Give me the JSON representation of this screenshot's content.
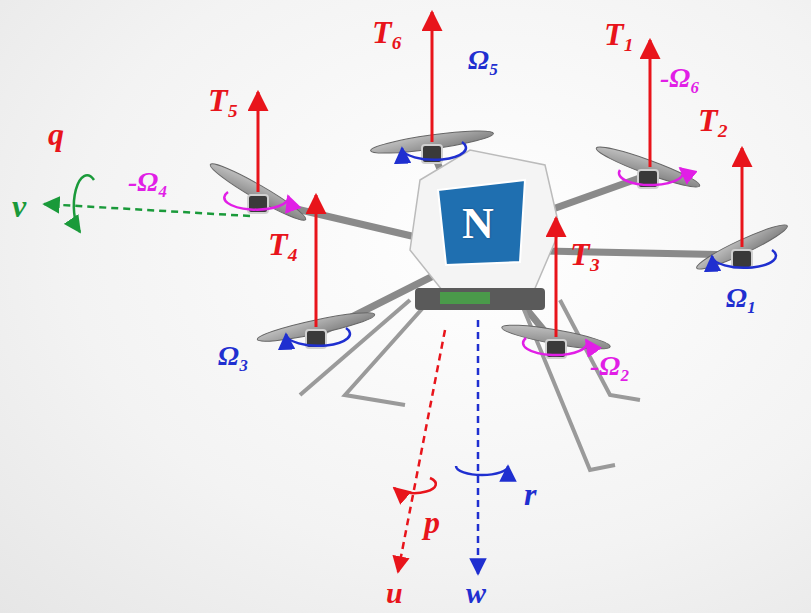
{
  "diagram": {
    "labels": [
      "T₆",
      "T₁",
      "T₅",
      "-Ω₆",
      "T₂",
      "Ω₅",
      "q",
      "-Ω₄",
      "v",
      "T₄",
      "Ω₃",
      "T₃",
      "Ω₁",
      "-Ω₂",
      "p",
      "r",
      "u",
      "w",
      "N"
    ]
  }
}
